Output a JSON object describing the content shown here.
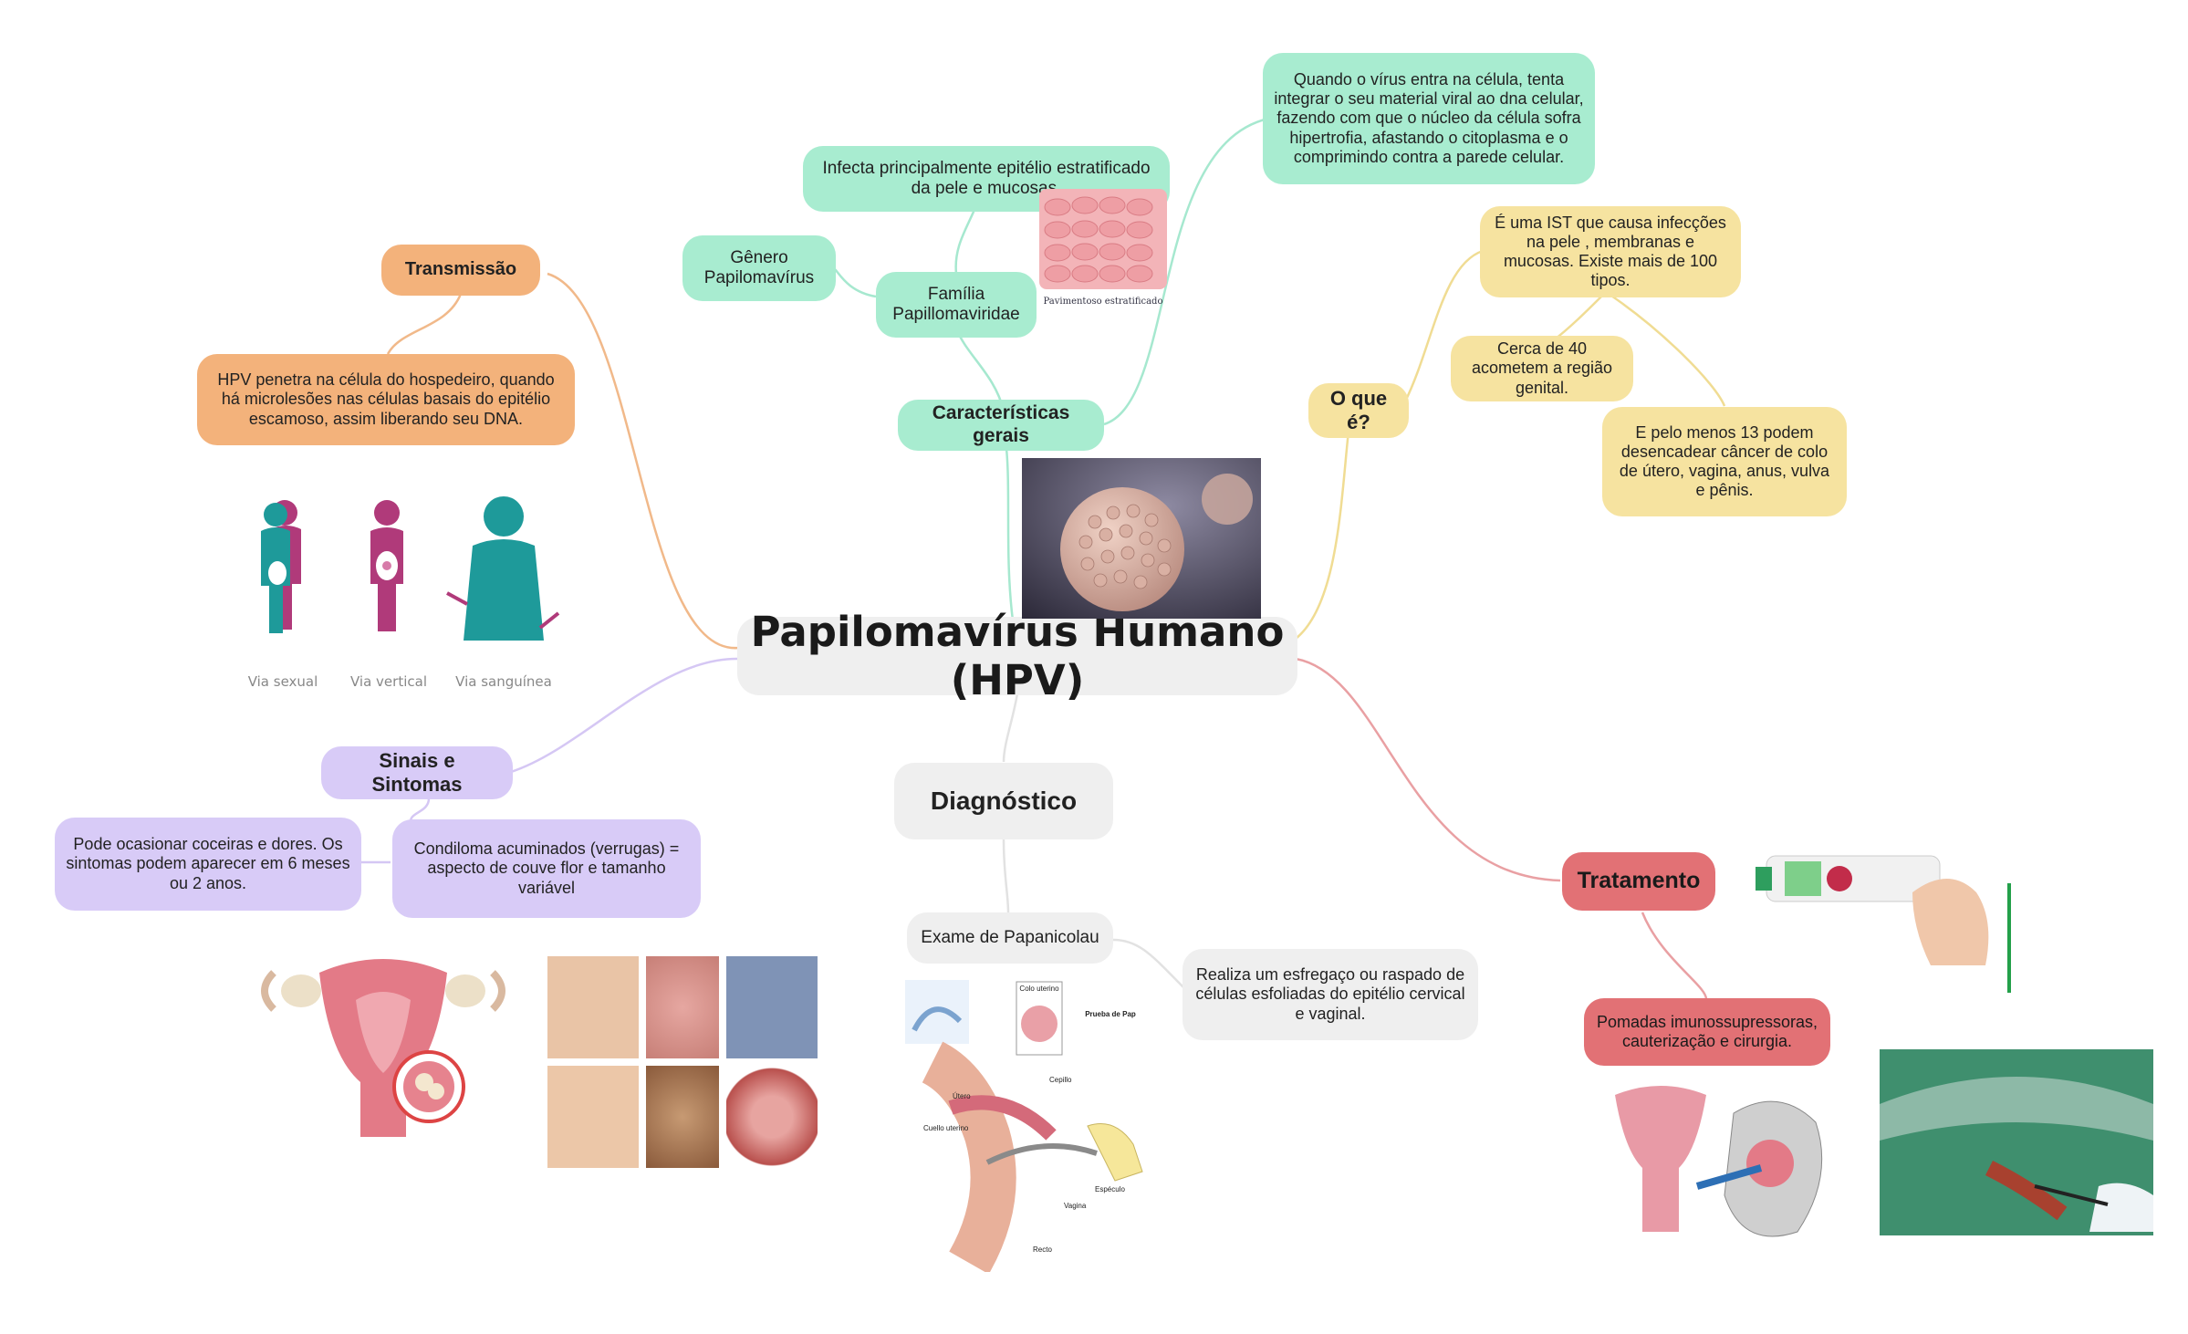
{
  "central": {
    "title": "Papilomavírus Humano (HPV)"
  },
  "caracteristicas": {
    "title": "Características gerais",
    "familia": "Família Papillomaviridae",
    "genero": "Gênero Papilomavírus",
    "infecta": "Infecta principalmente epitélio estratificado da pele e mucosas.",
    "epitelio_label": "Pavimentoso estratificado",
    "integra": "Quando o vírus entra na célula, tenta integrar o seu material viral ao dna celular, fazendo com que o núcleo da célula sofra hipertrofia, afastando o citoplasma e o comprimindo contra a parede celular."
  },
  "o_que_e": {
    "title": "O que é?",
    "ist": "É uma IST que causa infecções na pele , membranas e mucosas. Existe mais de 100 tipos.",
    "genital": "Cerca de 40 acometem a região genital.",
    "cancer": "E pelo menos 13 podem desencadear câncer de colo de útero, vagina, anus, vulva e pênis."
  },
  "transmissao": {
    "title": "Transmissão",
    "desc": "HPV penetra na célula do hospedeiro, quando há microlesões nas células basais do epitélio escamoso, assim liberando seu DNA.",
    "vias": [
      "Via sexual",
      "Via vertical",
      "Via sanguínea"
    ]
  },
  "sinais": {
    "title": "Sinais e Sintomas",
    "coceiras": "Pode ocasionar coceiras e dores. Os sintomas podem aparecer em 6 meses ou 2 anos.",
    "condiloma": "Condiloma acuminados (verrugas) = aspecto de couve flor e tamanho variável"
  },
  "diagnostico": {
    "title": "Diagnóstico",
    "exame": "Exame de Papanicolau",
    "realiza": "Realiza um esfregaço ou raspado de células esfoliadas do epitélio cervical e vaginal.",
    "fig_labels": {
      "colo": "Colo uterino",
      "prova": "Prueba de Pap",
      "cepillo": "Cepillo",
      "utero": "Útero",
      "cuello": "Cuello uterino",
      "espejo": "Espéculo",
      "vagina": "Vagina",
      "recto": "Recto"
    }
  },
  "tratamento": {
    "title": "Tratamento",
    "desc": "Pomadas imunossupressoras, cauterização e cirurgia."
  },
  "colors": {
    "green": "#a8ecd0",
    "yellow": "#f6e3a0",
    "orange": "#f3b27b",
    "lavender": "#d8cbf7",
    "red": "#e27175",
    "grey": "#efefef"
  }
}
